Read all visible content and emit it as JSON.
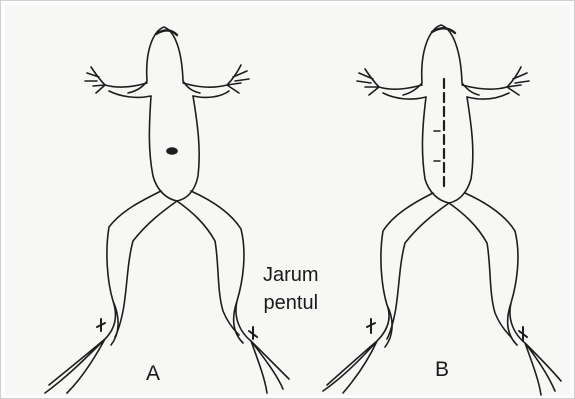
{
  "labels": {
    "frog_a": "A",
    "frog_b": "B",
    "pin_line1": "Jarum",
    "pin_line2": "pentul"
  },
  "colors": {
    "ink": "#1e1e1e",
    "paper": "#f7f7f5"
  }
}
